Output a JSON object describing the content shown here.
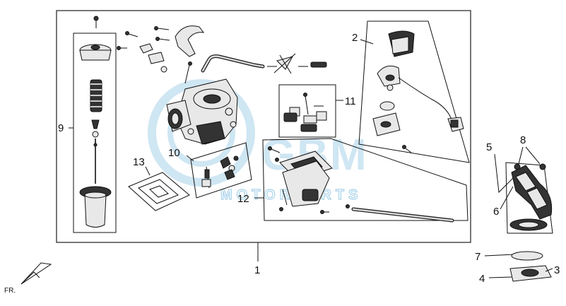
{
  "watermark": {
    "brand": "GBM",
    "subtitle": "MOTORPARTS"
  },
  "callouts": {
    "c1": "1",
    "c2": "2",
    "c3": "3",
    "c4": "4",
    "c5": "5",
    "c6": "6",
    "c7": "7",
    "c8": "8",
    "c9": "9",
    "c10": "10",
    "c11": "11",
    "c12": "12",
    "c13": "13"
  },
  "direction": {
    "label": "FR."
  },
  "colors": {
    "ink": "#111111",
    "frame": "#555555",
    "watermark": "#a9d3ea"
  }
}
